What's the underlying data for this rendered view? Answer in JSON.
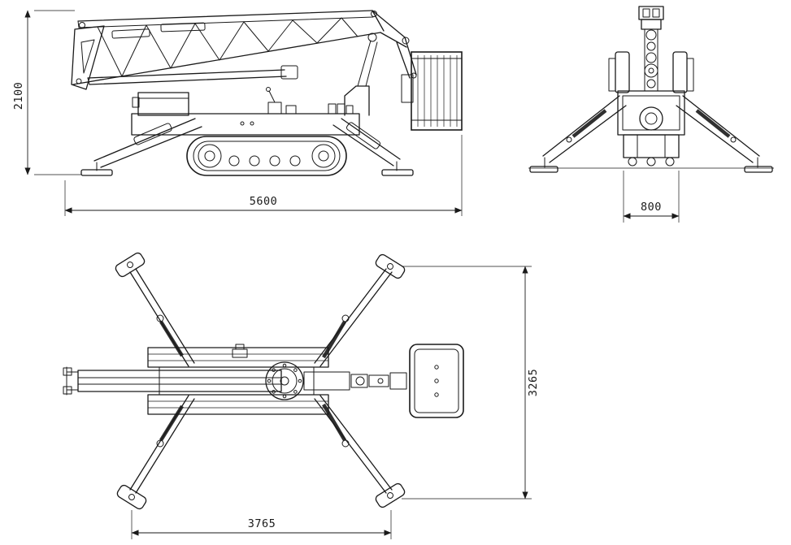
{
  "drawing": {
    "dimensions": {
      "side_height": "2100",
      "side_length": "5600",
      "front_track_width": "800",
      "top_width": "3265",
      "top_length": "3765"
    },
    "colors": {
      "line": "#1a1a1a",
      "background": "#ffffff"
    }
  }
}
